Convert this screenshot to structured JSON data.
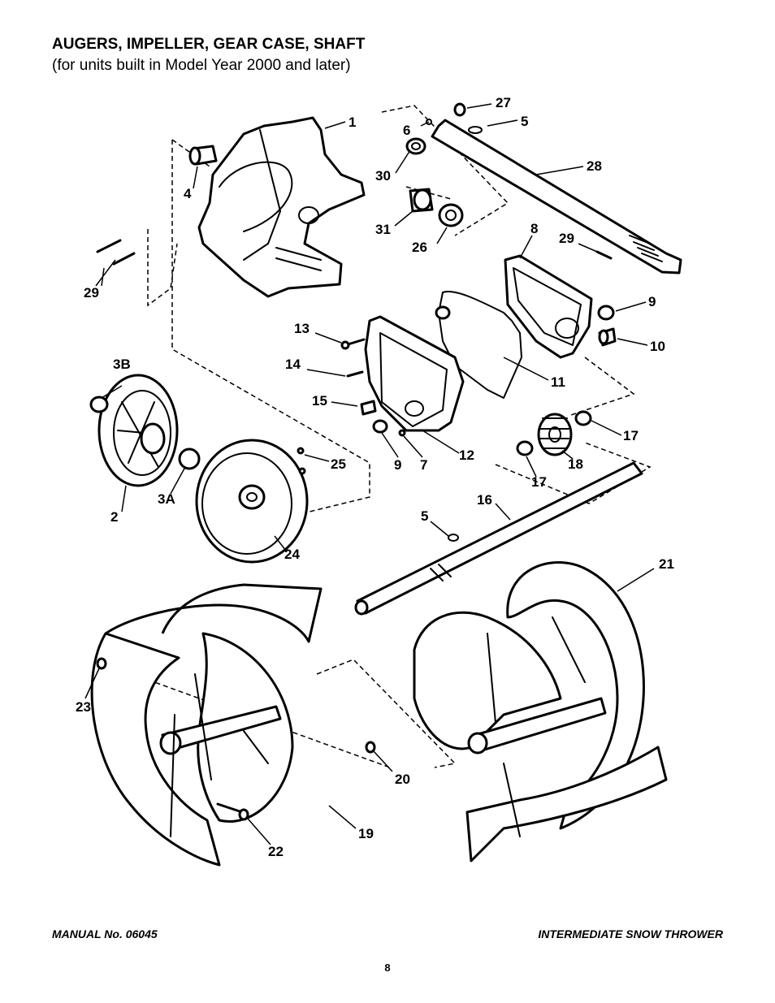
{
  "header": {
    "title": "AUGERS, IMPELLER, GEAR CASE, SHAFT",
    "subtitle": "(for units built in Model Year 2000 and later)"
  },
  "callouts": [
    "1",
    "27",
    "6",
    "5",
    "28",
    "30",
    "4",
    "31",
    "26",
    "8",
    "29",
    "29",
    "9",
    "10",
    "13",
    "11",
    "14",
    "3B",
    "15",
    "12",
    "17",
    "9",
    "7",
    "18",
    "25",
    "17",
    "2",
    "3A",
    "16",
    "5",
    "24",
    "21",
    "23",
    "20",
    "19",
    "22"
  ],
  "footer": {
    "manual": "MANUAL No. 06045",
    "product": "INTERMEDIATE SNOW THROWER",
    "page": "8"
  }
}
